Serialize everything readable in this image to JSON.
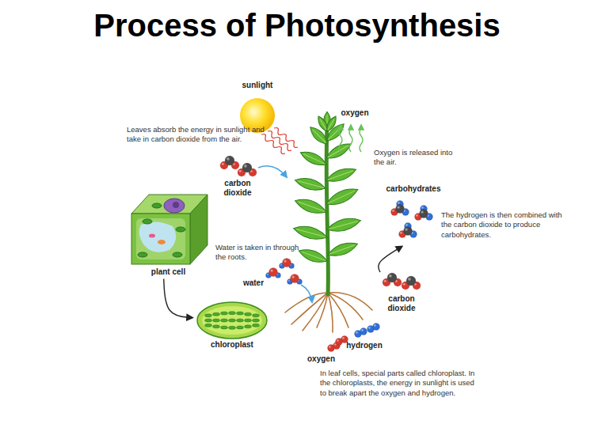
{
  "diagram": {
    "title": "Process of Photosynthesis",
    "nodes": [
      {
        "text": [
          "plant cell"
        ]
      },
      {
        "text": [
          "chloroplast"
        ]
      },
      {
        "text": [
          "carbon dioxide"
        ]
      },
      {
        "text": [
          "carbohydrates"
        ]
      }
    ],
    "edges": [
      {
        "from": 0,
        "to": 1,
        "arrow": "to"
      },
      {
        "from": 2,
        "to": 3,
        "arrow": "to"
      }
    ],
    "labels": [
      "sunlight",
      "oxygen",
      "Leaves absorb the energy in sunlight and take in carbon dioxide from the air.",
      "Oxygen is released into the air.",
      "carbon dioxide",
      "The hydrogen is then combined with the carbon dioxide to produce carbohydrates.",
      "Water is taken in through the roots.",
      "water",
      "hydrogen",
      "oxygen",
      "In leaf cells, special parts called chloroplast. In the chloroplasts, the energy in sunlight is used to break apart the oxygen and hydrogen."
    ]
  }
}
